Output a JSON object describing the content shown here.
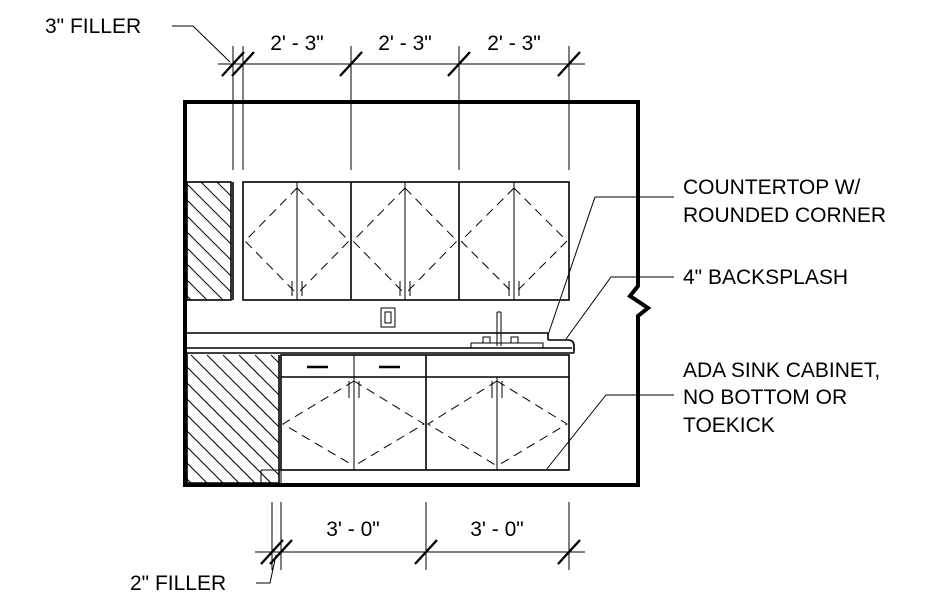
{
  "dimensions": {
    "top_filler": "3\" FILLER",
    "upper_widths": [
      "2' - 3\"",
      "2' - 3\"",
      "2' - 3\""
    ],
    "lower_widths": [
      "3' - 0\"",
      "3' - 0\""
    ],
    "bottom_filler": "2\" FILLER"
  },
  "callouts": {
    "countertop": [
      "COUNTERTOP W/",
      "ROUNDED CORNER"
    ],
    "backsplash": "4\" BACKSPLASH",
    "sink_cabinet": [
      "ADA SINK CABINET,",
      "NO BOTTOM OR",
      "TOEKICK"
    ]
  }
}
